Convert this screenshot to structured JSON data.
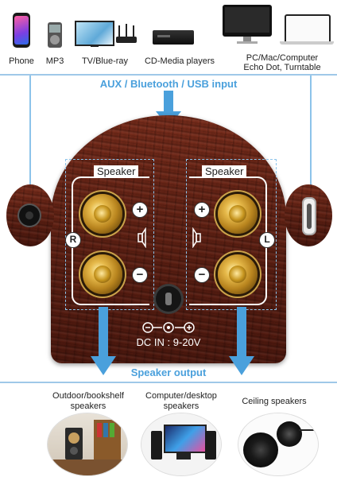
{
  "devices": [
    {
      "label": "Phone",
      "icon": "phone-icon"
    },
    {
      "label": "MP3",
      "icon": "mp3-player-icon"
    },
    {
      "label": "TV/Blue-ray",
      "icon": "tv-router-icon"
    },
    {
      "label": "CD-Media players",
      "icon": "cd-player-icon"
    },
    {
      "label": "PC/Mac/Computer",
      "label2": "Echo Dot, Turntable",
      "icon": "computer-laptop-icon"
    }
  ],
  "input_label": "AUX / Bluetooth / USB input",
  "panel": {
    "left_speaker_title": "Speaker",
    "right_speaker_title": "Speaker",
    "left_channel": "R",
    "right_channel": "L",
    "plus": "+",
    "minus": "−",
    "dc_label": "DC IN : 9-20V"
  },
  "output_label": "Speaker output",
  "outputs": [
    {
      "label": "Outdoor/bookshelf",
      "label2": "speakers"
    },
    {
      "label": "Computer/desktop",
      "label2": "speakers"
    },
    {
      "label": "Ceiling speakers",
      "label2": ""
    }
  ],
  "colors": {
    "accent": "#4aa0dc",
    "wood": "#6a2416",
    "gold": "#d4a43a"
  }
}
